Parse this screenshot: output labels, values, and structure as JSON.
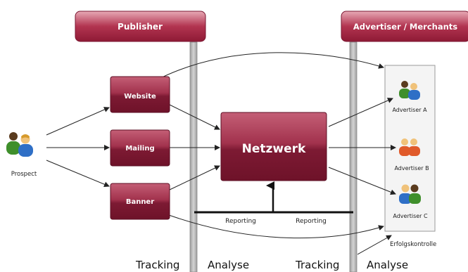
{
  "colors": {
    "box_top": "#b2415a",
    "box_bottom": "#7a1530",
    "box_border": "#5c0f24",
    "header_top": "#d88a9a",
    "header_bottom": "#a8243f",
    "pillar": "#b8b8b8",
    "arrow": "#222222",
    "panel_fill": "#f4f4f4",
    "panel_border": "#9a9a9a"
  },
  "icons": {
    "people": "people-icon"
  },
  "headers": {
    "publisher": "Publisher",
    "advertiser": "Advertiser / Merchants"
  },
  "prospect": {
    "label": "Prospect"
  },
  "channels": {
    "website": "Website",
    "mailing": "Mailing",
    "banner": "Banner"
  },
  "network": {
    "label": "Netzwerk"
  },
  "advertisers": {
    "a": "Advertiser A",
    "b": "Advertiser B",
    "c": "Advertiser C"
  },
  "reporting": {
    "left": "Reporting",
    "right": "Reporting"
  },
  "erfolgskontrolle": "Erfolgskontrolle",
  "footer": {
    "tracking_1": "Tracking",
    "analyse_1": "Analyse",
    "tracking_2": "Tracking",
    "analyse_2": "Analyse"
  }
}
